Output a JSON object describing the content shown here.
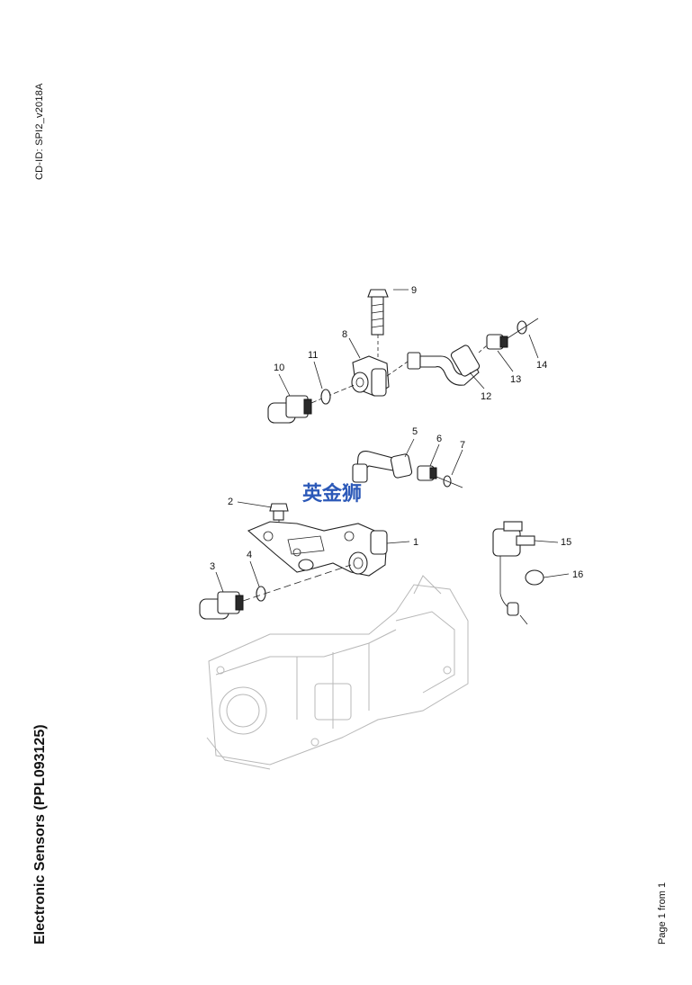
{
  "header": {
    "cd_id": "CD-ID: SPI2_v2018A"
  },
  "footer": {
    "title": "Electronic Sensors (PPL093125)",
    "page": "Page 1 from 1"
  },
  "watermark": {
    "text": "英金狮",
    "color": "#2c59b8"
  },
  "callouts": [
    "1",
    "2",
    "3",
    "4",
    "5",
    "6",
    "7",
    "8",
    "9",
    "10",
    "11",
    "12",
    "13",
    "14",
    "15",
    "16"
  ]
}
